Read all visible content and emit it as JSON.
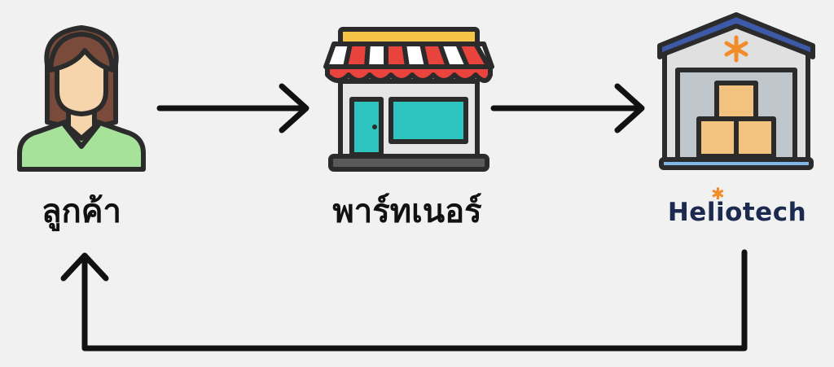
{
  "nodes": {
    "customer": {
      "label": "ลูกค้า"
    },
    "partner": {
      "label": "พาร์ทเนอร์"
    },
    "warehouse": {
      "brand": "Heliotech"
    }
  },
  "colors": {
    "background": "#f1f1f1",
    "outline": "#2b2b2b",
    "shirt": "#a6e29a",
    "skin": "#f6d5ad",
    "hair": "#7a4b3a",
    "awning_red": "#e8433d",
    "awning_white": "#ffffff",
    "store_sign": "#f5c346",
    "store_window": "#2ec4c0",
    "warehouse_roof": "#3c5aa8",
    "warehouse_wall": "#e0e0e0",
    "box": "#f3c27f",
    "brand_text": "#1b2a4e",
    "brand_accent": "#f28c28"
  }
}
